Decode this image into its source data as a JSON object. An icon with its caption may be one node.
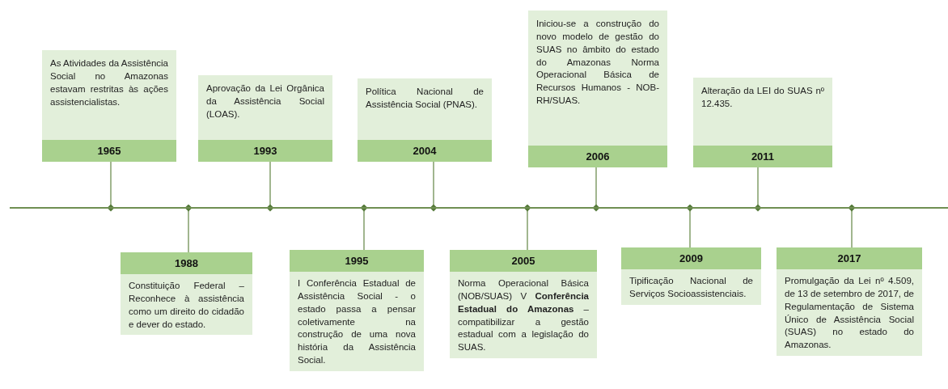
{
  "diagram": {
    "nodes": [
      {
        "text": [
          "As Atividades da Assistência Social no Amazonas estavam restritas às ações assistencialistas.",
          "1965"
        ]
      },
      {
        "text": [
          "1988",
          "Constituição Federal – Reconhece à assistência como um direito do cidadão e dever do estado."
        ]
      },
      {
        "text": [
          "Aprovação da Lei Orgânica da Assistência Social (LOAS).",
          "1993"
        ]
      },
      {
        "text": [
          "1995",
          "I Conferência Estadual de Assistência Social - o estado passa a pensar coletivamente na construção de uma nova história da Assistência Social."
        ]
      },
      {
        "text": [
          "Política Nacional de Assistência Social (PNAS).",
          "2004"
        ]
      },
      {
        "text": [
          "2005",
          "Norma Operacional Básica (NOB/SUAS) V **Conferência Estadual do Amazonas** – compatibilizar a gestão estadual com a legislação do SUAS."
        ]
      },
      {
        "text": [
          "Iniciou-se a construção do novo modelo de gestão do SUAS no âmbito do estado do Amazonas Norma Operacional Básica de Recursos Humanos - NOB-RH/SUAS.",
          "2006"
        ]
      },
      {
        "text": [
          "2009",
          "Tipificação Nacional de Serviços Socioassistenciais."
        ]
      },
      {
        "text": [
          "Alteração da LEI do SUAS nº 12.435.",
          "2011"
        ]
      },
      {
        "text": [
          "2017",
          "Promulgação da Lei nº 4.509, de 13 de setembro de 2017, de Regulamentação de Sistema Único de Assistência Social (SUAS) no estado do Amazonas."
        ]
      },
      {
        "text": [],
        "shape": "bar"
      }
    ],
    "edges": [
      {
        "from": 0,
        "to": 10,
        "arrow": "other"
      },
      {
        "from": 1,
        "to": 10,
        "arrow": "other"
      },
      {
        "from": 2,
        "to": 10,
        "arrow": "other"
      },
      {
        "from": 3,
        "to": 10,
        "arrow": "other"
      },
      {
        "from": 4,
        "to": 10,
        "arrow": "other"
      },
      {
        "from": 5,
        "to": 10,
        "arrow": "other"
      },
      {
        "from": 6,
        "to": 10,
        "arrow": "other"
      },
      {
        "from": 7,
        "to": 10,
        "arrow": "other"
      },
      {
        "from": 8,
        "to": 10,
        "arrow": "other"
      },
      {
        "from": 9,
        "to": 10,
        "arrow": "other"
      }
    ]
  }
}
